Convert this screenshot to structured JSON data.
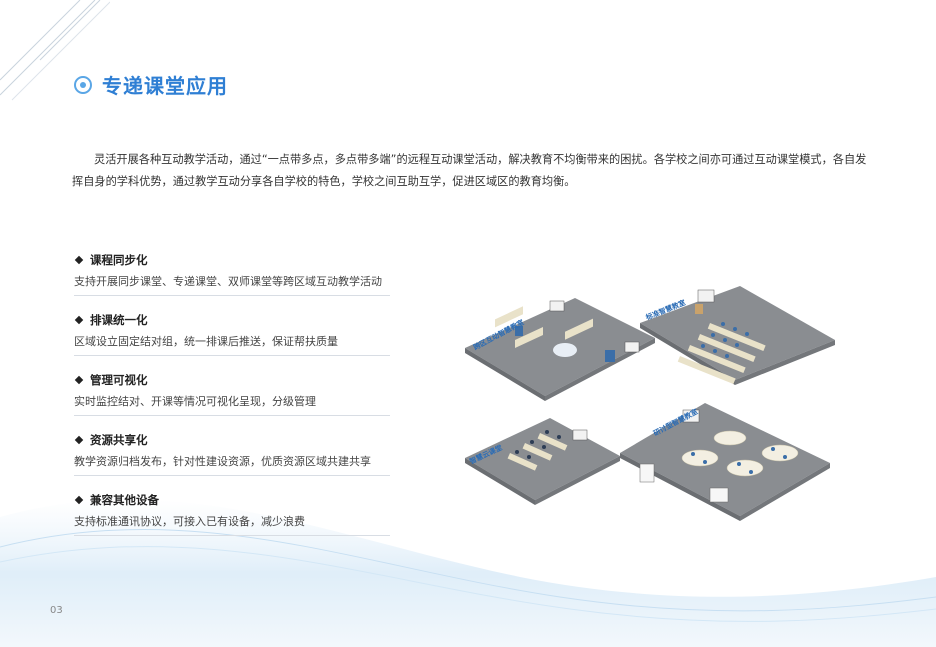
{
  "title": "专递课堂应用",
  "intro": "灵活开展各种互动教学活动，通过“一点带多点，多点带多端”的远程互动课堂活动，解决教育不均衡带来的困扰。各学校之间亦可通过互动课堂模式，各自发挥自身的学科优势，通过教学互动分享各自学校的特色，学校之间互助互学，促进区域区的教育均衡。",
  "features": [
    {
      "title": "课程同步化",
      "desc": "支持开展同步课堂、专递课堂、双师课堂等跨区域互动教学活动"
    },
    {
      "title": "排课统一化",
      "desc": "区域设立固定结对组，统一排课后推送，保证帮扶质量"
    },
    {
      "title": "管理可视化",
      "desc": "实时监控结对、开课等情况可视化呈现，分级管理"
    },
    {
      "title": "资源共享化",
      "desc": "教学资源归档发布，针对性建设资源，优质资源区域共建共享"
    },
    {
      "title": "兼容其他设备",
      "desc": "支持标准通讯协议，可接入已有设备，减少浪费"
    }
  ],
  "illustration": {
    "labels": [
      "跨区互动智慧教室",
      "标准智慧教室",
      "智慧云课堂",
      "研讨型智慧教室"
    ]
  },
  "page_number": "03",
  "colors": {
    "accent": "#2f7fd4",
    "wave": "#d7e9f7"
  }
}
